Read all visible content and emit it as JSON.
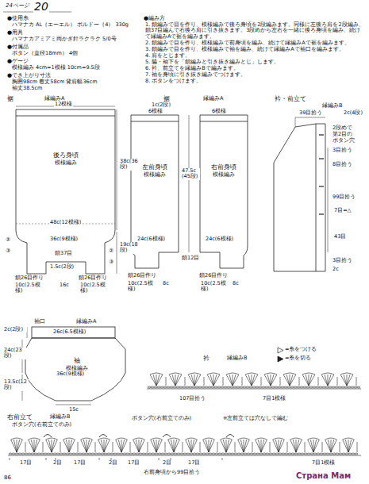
{
  "diagram": {
    "nodes": [
      {
        "text": [
          "後ろ身頃",
          "模様編み"
        ]
      },
      {
        "text": [
          "左前身頃",
          "模様編み"
        ]
      },
      {
        "text": [
          "右前身頃",
          "模様編み"
        ]
      },
      {
        "text": [
          "袖",
          "模様編み"
        ]
      }
    ],
    "labels": [
      "24ページ",
      "20",
      "●使用糸",
      "ハマナカ AL（エーエル） ボルドー（4） 330g",
      "●用具",
      "ハマナカアミアミ両かぎ針ラクラク 5/0号",
      "●付属品",
      "ボタン（直径18mm） 4個",
      "●ゲージ",
      "模様編み 4cm=1模様 10cm=9.5段",
      "●でき上がり寸法",
      "胸囲98cm 着丈58cm 背肩幅36cm",
      "袖丈38.5cm",
      "●編み方",
      "1. 鎖編みで目を作り、模様編みで後ろ身頃を2段編みます。同様に左後ろ肩を2段編み、鎖37目編んで右後ろ肩に引き抜きます。3段めから左右を一緒に後ろ身頃を編み、続けて縁編みAで裾を編みます。",
      "2. 鎖編みで目を作り、模様編みで前身頃を編み、続けて縁編みAで裾を編みます。",
      "3. 鎖編みで目を作り、模様編みで袖を編み、続けて縁編みAで袖口を編みます。",
      "4. 肩をとじます。",
      "5. 脇・袖下を「鎖編みと引き抜き編みとじ」します。",
      "6. 衿、前立てを縁編みBで編みます。",
      "7. 袖を身頃に引き抜き編みでつけます。",
      "8. ボタンをつけます。",
      "裾",
      "縁編みA",
      "12模様",
      "48c(12模様)",
      "38c(36段)",
      "19c(18段)",
      "②",
      "③",
      "②",
      "③",
      "36c(9模様)",
      "鎖37目",
      "1.5c(2段)",
      "鎖26目作り",
      "鎖26目作り",
      "10c(2.5模様)",
      "16c",
      "10c(2.5模様)",
      "裾",
      "縁編みA",
      "1c(2段)",
      "6模様",
      "6模様",
      "47.5c(45段)",
      "24c(6模様)",
      "24c(6模様)",
      "鎖12目",
      "鎖26目作り",
      "鎖26目作り",
      "10c(2.5模様)",
      "8c",
      "10c(2.5模様)",
      "8c",
      "衿・前立て",
      "縁編みB",
      "39目拾う",
      "2c(4段)",
      "2段めで",
      "第2目の",
      "ボタン穴",
      "3目拾う",
      "8目拾う",
      "99目拾う",
      "7目=△",
      "43目",
      "3目拾う",
      "2c",
      "袖口",
      "縁編みA",
      "26c(6.5模様)",
      "2c(2段)",
      "24c(23段)",
      "36c(9模様)",
      "13.5c(12段)",
      "15c",
      "衿",
      "縁編みB",
      "107目拾う",
      "7目1模様",
      "右前立て",
      "縁編みB",
      "ボタン穴(右前立てのみ)",
      "※左前立ては穴なしで編む",
      "ボタン穴(右前立てのみ)",
      "17目",
      "2目",
      "17目",
      "2目",
      "17目",
      "2目",
      "17目",
      "7目1模様",
      "右前身頃から99目拾う",
      "86",
      "Страна Мам"
    ],
    "legend": [
      {
        "text": "=糸をつける"
      },
      {
        "text": "=糸を切る"
      }
    ]
  }
}
